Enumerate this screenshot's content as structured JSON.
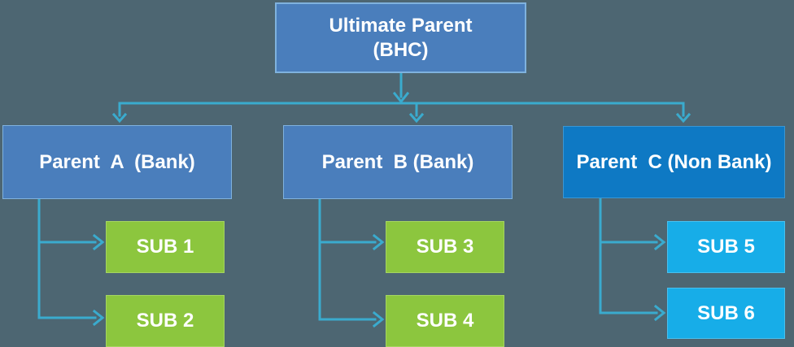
{
  "diagram": {
    "root": {
      "line1": "Ultimate Parent",
      "line2": "(BHC)"
    },
    "parents": {
      "a": {
        "label": "Parent  A  (Bank)"
      },
      "b": {
        "label": "Parent  B (Bank)"
      },
      "c": {
        "label": "Parent  C (Non Bank)"
      }
    },
    "subs": {
      "s1": {
        "label": "SUB 1"
      },
      "s2": {
        "label": "SUB 2"
      },
      "s3": {
        "label": "SUB 3"
      },
      "s4": {
        "label": "SUB 4"
      },
      "s5": {
        "label": "SUB 5"
      },
      "s6": {
        "label": "SUB 6"
      }
    }
  },
  "colors": {
    "background": "#4d6672",
    "connector": "#3aabce",
    "text": "#ffffff",
    "parent_fill": "#4a7ebc",
    "parent_border": "#7fb2de",
    "parent_c_fill": "#0e79c4",
    "parent_c_border": "#3a97d3",
    "sub_green_fill": "#8cc63e",
    "sub_green_border": "#a5d462",
    "sub_cyan_fill": "#17ade8",
    "sub_cyan_border": "#49c0ee"
  }
}
